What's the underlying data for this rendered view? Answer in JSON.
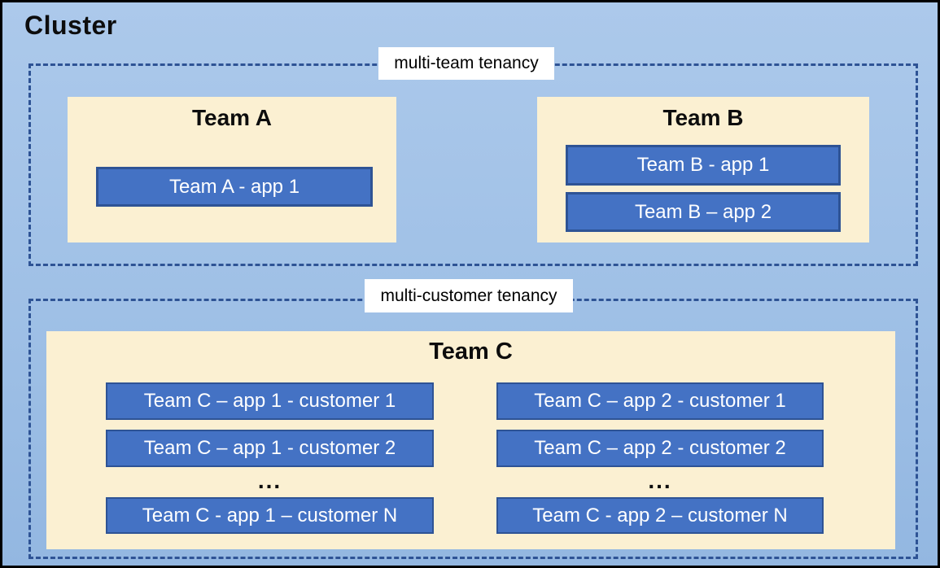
{
  "cluster": {
    "title": "Cluster"
  },
  "groups": [
    {
      "label": "multi-team tenancy",
      "teams": [
        {
          "title": "Team A",
          "apps": [
            {
              "label": "Team A - app 1"
            }
          ]
        },
        {
          "title": "Team B",
          "apps": [
            {
              "label": "Team B - app 1"
            },
            {
              "label": "Team B – app 2"
            }
          ]
        }
      ]
    },
    {
      "label": "multi-customer tenancy",
      "teams": [
        {
          "title": "Team C",
          "columns": [
            {
              "rows": [
                "Team C – app 1 - customer 1",
                "Team C – app 1 - customer 2"
              ],
              "ellipsis": "...",
              "last_row": "Team C - app 1 – customer N"
            },
            {
              "rows": [
                "Team C – app 2 - customer 1",
                "Team C – app 2 - customer 2"
              ],
              "ellipsis": "...",
              "last_row": "Team C - app 2 – customer N"
            }
          ]
        }
      ]
    }
  ],
  "colors": {
    "canvas_top": "#ACC9EB",
    "canvas_bottom": "#93B7E1",
    "team_panel": "#FBF0D2",
    "app_fill": "#4472C4",
    "app_border": "#2E5395",
    "dashed_border": "#2E5395",
    "outer_border": "#000000",
    "label_bg": "#FFFFFF",
    "app_text": "#FFFFFF",
    "title_text": "#0D0D0D"
  }
}
